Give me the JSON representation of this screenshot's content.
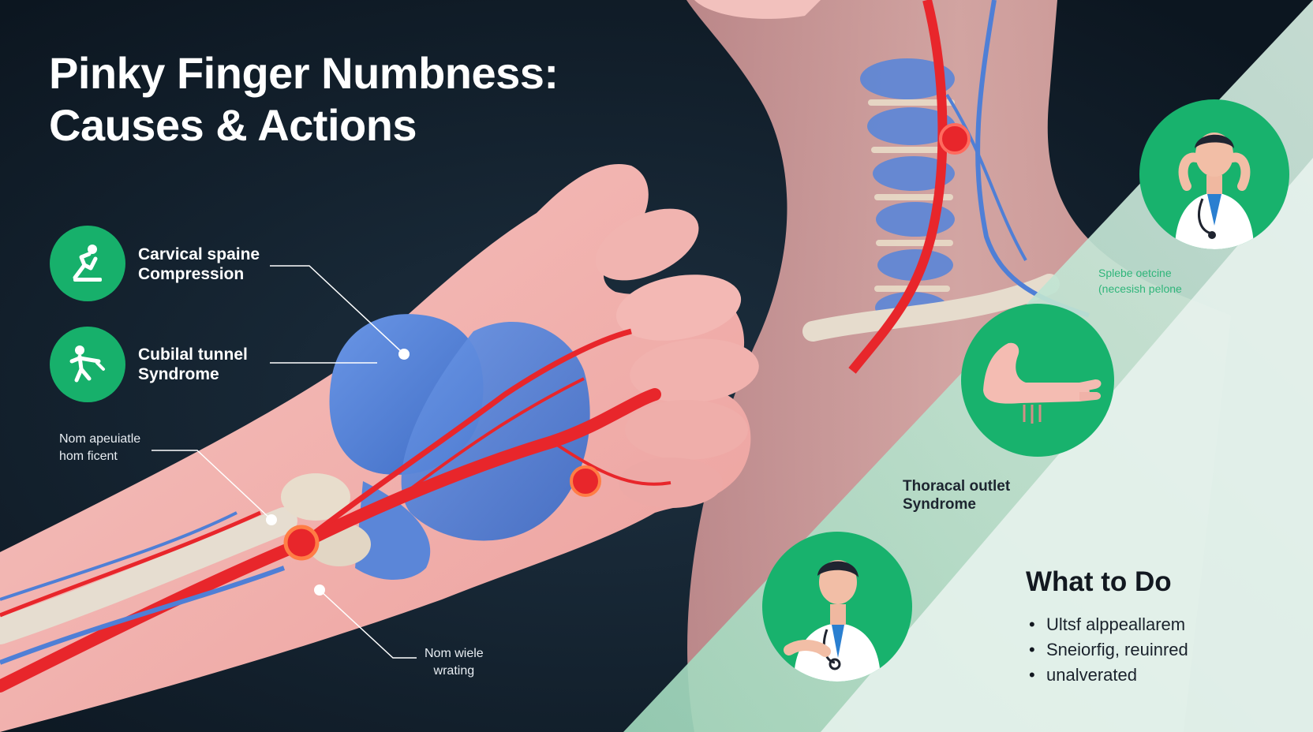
{
  "title": {
    "line1": "Pinky Finger Numbness:",
    "line2": "Causes & Actions"
  },
  "causes": [
    {
      "line1": "Carvical spaine",
      "line2": "Compression",
      "icon": "person-exercise-icon"
    },
    {
      "line1": "Cubilal tunnel",
      "line2": "Syndrome",
      "icon": "person-stretch-icon"
    }
  ],
  "wrist_label": {
    "line1": "Nom apeuiatle",
    "line2": "hom ficent"
  },
  "bottom_label": {
    "line1": "Nom wiele",
    "line2": "wrating"
  },
  "right_note": {
    "line1": "Splebe oetcine",
    "line2": "(necesish pelone"
  },
  "thoracic_label": {
    "line1": "Thoracal outlet",
    "line2": "Syndrome"
  },
  "what_to_do": {
    "heading": "What to Do",
    "items": [
      "Ultsf alppeallarem",
      "Sneiorfig, reuinred",
      "unalverated"
    ]
  },
  "colors": {
    "accent_green": "#17b06b",
    "background_dark": "#0f1b26",
    "artery_red": "#e8262b",
    "nerve_blue": "#4f7fd6",
    "skin_pink": "#f2b0ad"
  },
  "icons": [
    "doctor-neck-pain-icon",
    "elbow-arm-icon",
    "doctor-icon"
  ]
}
